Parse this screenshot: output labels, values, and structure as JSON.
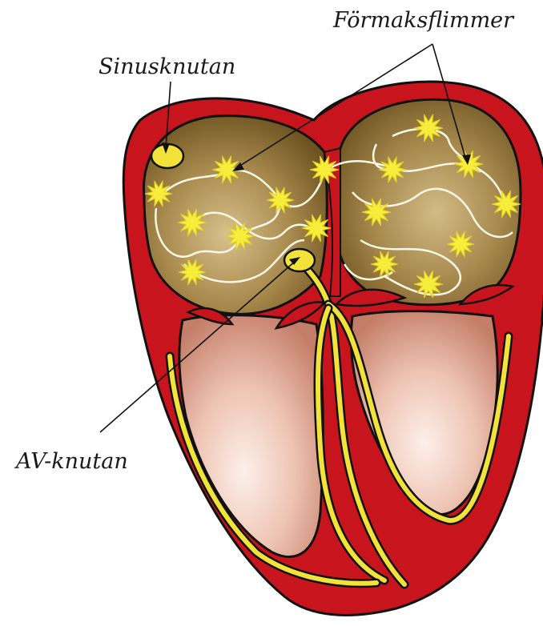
{
  "labels": {
    "sinus_node": "Sinusknutan",
    "atrial_fibrillation": "Förmaksflimmer",
    "av_node": "AV-knutan"
  },
  "colors": {
    "muscle": "#c8141c",
    "outline": "#111111",
    "atrium_fill": "#8b6a2e",
    "atrium_light": "#c9ae75",
    "ventricle_light": "#f7e3da",
    "ventricle_mid": "#d59a86",
    "conduction": "#f2e23a",
    "spark": "#f7ee3c"
  }
}
